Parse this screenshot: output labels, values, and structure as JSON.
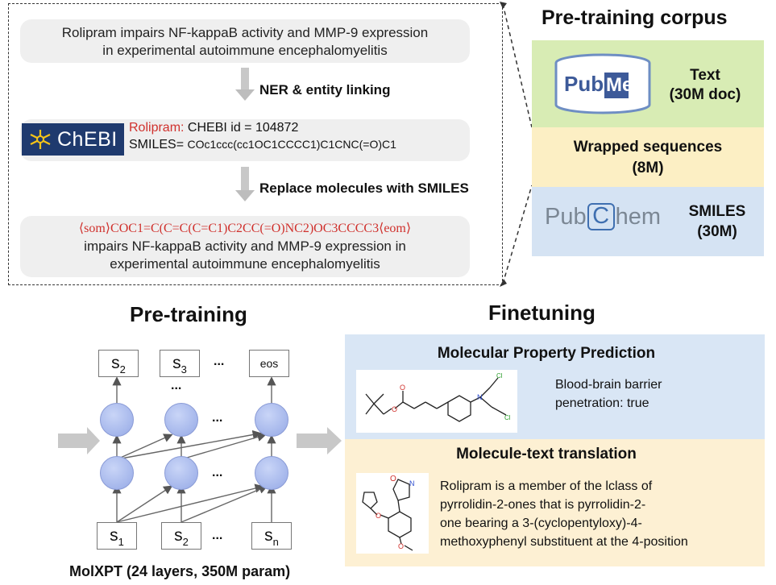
{
  "corpus_box": {
    "sentence_original": [
      "Rolipram impairs NF-kappaB activity and MMP-9 expression",
      "in experimental autoimmune encephalomyelitis"
    ],
    "step1_label": "NER & entity linking",
    "chebi_logo_text": "ChEBI",
    "chebi_name": "Rolipram:",
    "chebi_id": "CHEBI id = 104872",
    "smiles_prefix": "SMILES=",
    "smiles_value": "COc1ccc(cc1OC1CCCC1)C1CNC(=O)C1",
    "step2_label": "Replace molecules with SMILES",
    "sentence_replaced_smiles": "⟨som⟩COC1=C(C=C(C=C1)C2CC(=O)NC2)OC3CCCC3⟨eom⟩",
    "sentence_replaced_text": [
      "impairs NF-kappaB activity and MMP-9 expression in",
      "experimental autoimmune encephalomyelitis"
    ]
  },
  "pretraining_corpus": {
    "title": "Pre-training corpus",
    "pubmed_logo": {
      "left": "Pub",
      "right": "Med"
    },
    "text_label": [
      "Text",
      "(30M doc)"
    ],
    "wrapped_label": [
      "Wrapped sequences",
      "(8M)"
    ],
    "pubchem_logo": {
      "left": "Pub",
      "mid": "C",
      "right": "hem"
    },
    "smiles_label": [
      "SMILES",
      "(30M)"
    ],
    "colors": {
      "text": "#d8ecb4",
      "wrapped": "#fcefc4",
      "smiles": "#d5e3f3"
    }
  },
  "pretraining": {
    "title": "Pre-training",
    "output_tokens": [
      {
        "base": "s",
        "sub": "2"
      },
      {
        "base": "s",
        "sub": "3"
      },
      {
        "base": "eos",
        "sub": ""
      }
    ],
    "input_tokens": [
      {
        "base": "s",
        "sub": "1"
      },
      {
        "base": "s",
        "sub": "2"
      },
      {
        "base": "s",
        "sub": "n"
      }
    ],
    "ellipsis": "...",
    "model_label": "MolXPT (24 layers, 350M param)"
  },
  "finetuning": {
    "title": "Finetuning",
    "task1": {
      "title": "Molecular Property Prediction",
      "result": [
        "Blood-brain barrier",
        "penetration: true"
      ]
    },
    "task2": {
      "title": "Molecule-text translation",
      "description": [
        "Rolipram is a member of the lclass of",
        "pyrrolidin-2-ones that is pyrrolidin-2-",
        "one bearing a 3-(cyclopentyloxy)-4-",
        "methoxyphenyl substituent at the 4-position"
      ]
    },
    "colors": {
      "task1": "#d9e6f5",
      "task2": "#fdf0d3"
    }
  }
}
